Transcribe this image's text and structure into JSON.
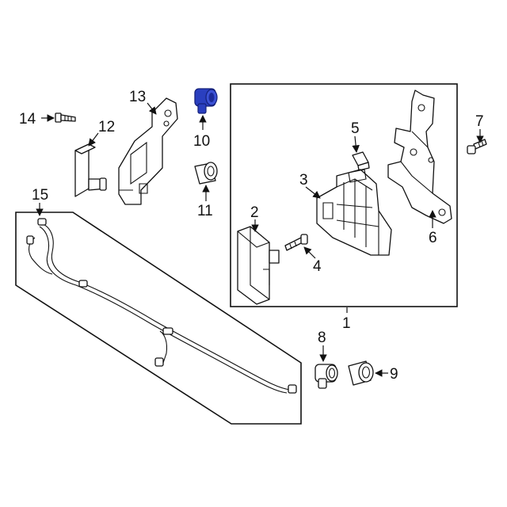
{
  "callouts": {
    "c1": "1",
    "c2": "2",
    "c3": "3",
    "c4": "4",
    "c5": "5",
    "c6": "6",
    "c7": "7",
    "c8": "8",
    "c9": "9",
    "c10": "10",
    "c11": "11",
    "c12": "12",
    "c13": "13",
    "c14": "14",
    "c15": "15"
  },
  "colors": {
    "highlight": "#2a3fbf",
    "highlight_dark": "#14207a",
    "line": "#111111",
    "background": "#ffffff"
  }
}
